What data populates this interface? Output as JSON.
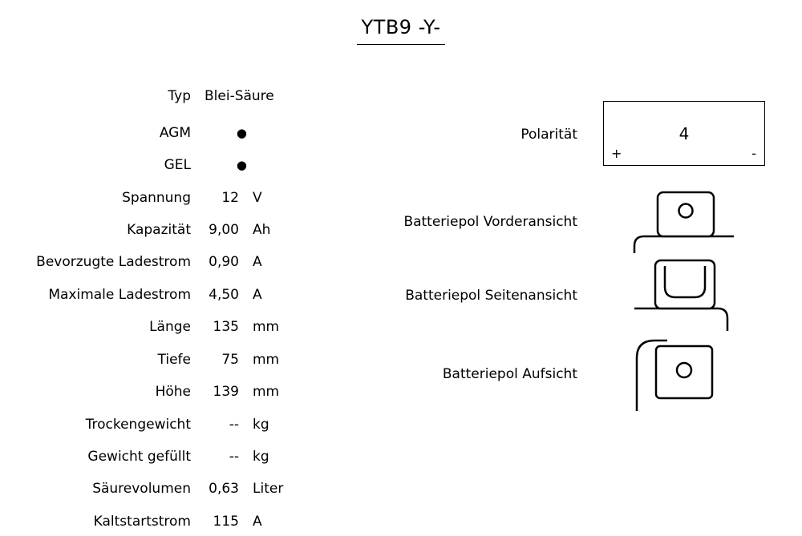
{
  "title": "YTB9 -Y-",
  "specs": {
    "rows": [
      {
        "label": "Typ",
        "value": "Blei-Säure",
        "unit": ""
      },
      {
        "label": "AGM",
        "value": "●",
        "unit": ""
      },
      {
        "label": "GEL",
        "value": "●",
        "unit": ""
      },
      {
        "label": "Spannung",
        "value": "12",
        "unit": "V"
      },
      {
        "label": "Kapazität",
        "value": "9,00",
        "unit": "Ah"
      },
      {
        "label": "Bevorzugte Ladestrom",
        "value": "0,90",
        "unit": "A"
      },
      {
        "label": "Maximale Ladestrom",
        "value": "4,50",
        "unit": "A"
      },
      {
        "label": "Länge",
        "value": "135",
        "unit": "mm"
      },
      {
        "label": "Tiefe",
        "value": "75",
        "unit": "mm"
      },
      {
        "label": "Höhe",
        "value": "139",
        "unit": "mm"
      },
      {
        "label": "Trockengewicht",
        "value": "--",
        "unit": "kg"
      },
      {
        "label": "Gewicht gefüllt",
        "value": "--",
        "unit": "kg"
      },
      {
        "label": "Säurevolumen",
        "value": "0,63",
        "unit": "Liter"
      },
      {
        "label": "Kaltstartstrom",
        "value": "115",
        "unit": "A"
      }
    ]
  },
  "polarity": {
    "label": "Polarität",
    "value": "4",
    "plus": "+",
    "minus": "-"
  },
  "views": {
    "front_label": "Batteriepol Vorderansicht",
    "side_label": "Batteriepol Seitenansicht",
    "top_label": "Batteriepol Aufsicht"
  },
  "icons": {
    "front": "battery-terminal-front-icon",
    "side": "battery-terminal-side-icon",
    "top": "battery-terminal-top-icon"
  },
  "colors": {
    "text": "#000000",
    "background": "#ffffff",
    "line": "#000000"
  }
}
